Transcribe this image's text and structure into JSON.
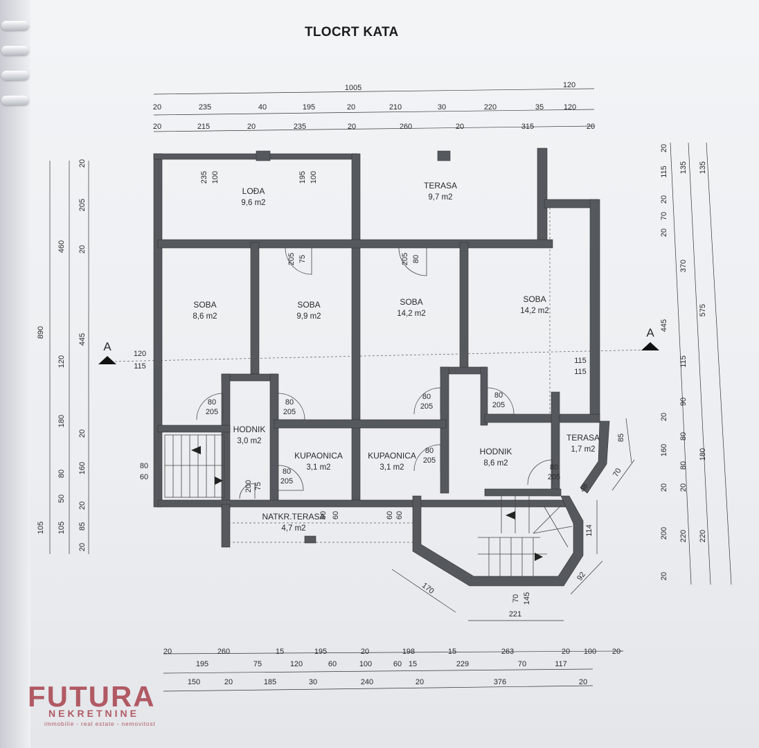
{
  "title": "TLOCRT KATA",
  "rooms": [
    {
      "id": "loda",
      "name": "LOĐA",
      "area": "9,6 m2"
    },
    {
      "id": "terasa-top",
      "name": "TERASA",
      "area": "9,7 m2"
    },
    {
      "id": "soba-1",
      "name": "SOBA",
      "area": "8,6 m2"
    },
    {
      "id": "soba-2",
      "name": "SOBA",
      "area": "9,9 m2"
    },
    {
      "id": "soba-3",
      "name": "SOBA",
      "area": "14,2 m2"
    },
    {
      "id": "soba-4",
      "name": "SOBA",
      "area": "14,2 m2"
    },
    {
      "id": "hodnik-1",
      "name": "HODNIK",
      "area": "3,0 m2"
    },
    {
      "id": "kupaonica-1",
      "name": "KUPAONICA",
      "area": "3,1 m2"
    },
    {
      "id": "kupaonica-2",
      "name": "KUPAONICA",
      "area": "3,1 m2"
    },
    {
      "id": "hodnik-2",
      "name": "HODNIK",
      "area": "8,6 m2"
    },
    {
      "id": "terasa-side",
      "name": "TERASA",
      "area": "1,7 m2"
    },
    {
      "id": "natkr-terasa",
      "name": "NATKR.TERASA",
      "area": "4,7 m2"
    }
  ],
  "section_marker": "A",
  "dims": {
    "top_total": "1005",
    "top_ext": "120",
    "top_row1": [
      "20",
      "235",
      "40",
      "195",
      "20",
      "210",
      "30",
      "220",
      "35",
      "120"
    ],
    "top_row2": [
      "20",
      "215",
      "20",
      "235",
      "20",
      "260",
      "20",
      "315",
      "20"
    ],
    "left_outer": [
      "890",
      "105"
    ],
    "left_mid": [
      "460",
      "120",
      "180",
      "80",
      "50",
      "105"
    ],
    "left_inner": [
      "20",
      "205",
      "20",
      "445",
      "20",
      "160",
      "20",
      "85",
      "20"
    ],
    "right_inner": [
      "20",
      "115",
      "20",
      "70",
      "20",
      "445",
      "20",
      "160",
      "20",
      "200",
      "20"
    ],
    "right_mid": [
      "135",
      "370",
      "115",
      "90",
      "80",
      "80",
      "20",
      "220"
    ],
    "right_outer": [
      "135",
      "575",
      "180",
      "220"
    ],
    "bottom_row1": [
      "20",
      "260",
      "15",
      "195",
      "20",
      "198",
      "15",
      "263",
      "20",
      "100",
      "20"
    ],
    "bottom_row2": [
      "195",
      "75",
      "120",
      "60",
      "100",
      "60",
      "15",
      "229",
      "70",
      "117"
    ],
    "bottom_row3": [
      "150",
      "20",
      "185",
      "30",
      "240",
      "20",
      "376",
      "20"
    ],
    "stair_dims": [
      "170",
      "221",
      "92",
      "114",
      "70",
      "145"
    ],
    "window_labels": [
      "235",
      "100",
      "195",
      "100",
      "120",
      "115",
      "115",
      "115",
      "80",
      "60",
      "60",
      "60",
      "60",
      "60",
      "85",
      "70",
      "48"
    ],
    "door_labels": [
      "75",
      "205",
      "80",
      "205",
      "80",
      "205",
      "80",
      "205",
      "80",
      "205",
      "80",
      "205",
      "80",
      "205",
      "80",
      "205",
      "80",
      "205",
      "75",
      "200",
      "80",
      "205"
    ]
  },
  "logo": {
    "main": "FUTURA",
    "sub": "NEKRETNINE",
    "tag": "immobilie - real estate - nemovitost"
  }
}
